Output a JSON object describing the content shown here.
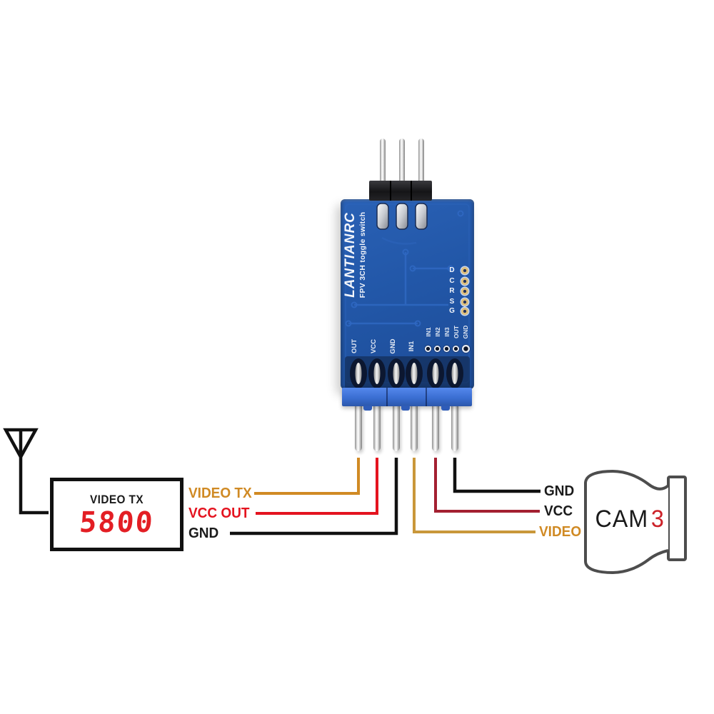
{
  "board": {
    "brand": "LANTIANRC",
    "subtitle": "FPV 3CH toggle switch",
    "pcb_color": "#2257a8",
    "header_color": "#3b6fd3",
    "side_pad_labels": [
      "D",
      "C",
      "R",
      "S",
      "G"
    ],
    "aux_pin_labels": [
      "IN1",
      "IN2",
      "IN3",
      "OUT",
      "GND"
    ],
    "bottom_pin_silk_labels": [
      "OUT",
      "VCC",
      "GND",
      "IN1"
    ]
  },
  "transmitter": {
    "name": "VIDEO TX",
    "frequency_display": "5800",
    "display_color": "#e31e24"
  },
  "left_connections": [
    {
      "label": "VIDEO TX",
      "wire_color": "#d08a24",
      "text_color": "#d08a24"
    },
    {
      "label": "VCC OUT",
      "wire_color": "#e4131f",
      "text_color": "#e4131f"
    },
    {
      "label": "GND",
      "wire_color": "#111111",
      "text_color": "#1a1a1a"
    }
  ],
  "right_connections": [
    {
      "label": "GND",
      "wire_color": "#111111",
      "text_color": "#1a1a1a"
    },
    {
      "label": "VCC",
      "wire_color": "#a32031",
      "text_color": "#1a1a1a"
    },
    {
      "label": "VIDEO",
      "wire_color": "#c9973a",
      "text_color": "#d08a24"
    }
  ],
  "camera": {
    "label": "CAM",
    "number": "3",
    "number_color": "#cc2229"
  }
}
